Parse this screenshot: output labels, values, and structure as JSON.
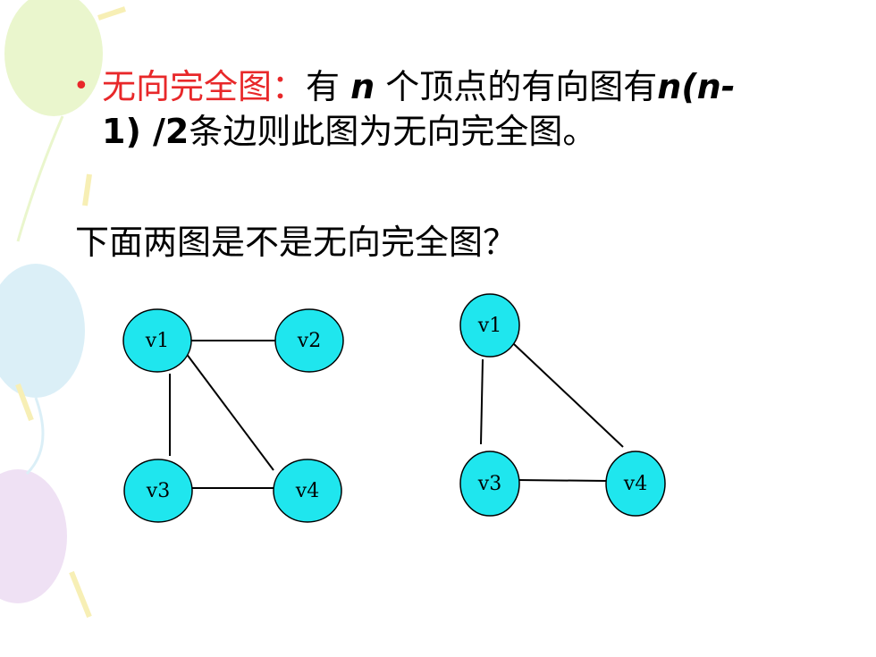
{
  "statement": {
    "term": "无向完全图：",
    "pre": "有 ",
    "var_n": "n",
    "mid": " 个顶点的有向图有",
    "formula_a": "n(n-",
    "formula_b": "1) /2",
    "tail": "条边则此图为无向完全图。"
  },
  "question": "下面两图是不是无向完全图？",
  "graphs": [
    {
      "nodes": [
        {
          "id": "v1",
          "label": "v1"
        },
        {
          "id": "v2",
          "label": "v2"
        },
        {
          "id": "v3",
          "label": "v3"
        },
        {
          "id": "v4",
          "label": "v4"
        }
      ],
      "edges": [
        [
          "v1",
          "v2"
        ],
        [
          "v1",
          "v3"
        ],
        [
          "v1",
          "v4"
        ],
        [
          "v3",
          "v4"
        ]
      ]
    },
    {
      "nodes": [
        {
          "id": "v1",
          "label": "v1"
        },
        {
          "id": "v3",
          "label": "v3"
        },
        {
          "id": "v4",
          "label": "v4"
        }
      ],
      "edges": [
        [
          "v1",
          "v3"
        ],
        [
          "v1",
          "v4"
        ],
        [
          "v3",
          "v4"
        ]
      ]
    }
  ],
  "colors": {
    "node_fill": "#1fe6ee",
    "accent_red": "#e8282a",
    "edge": "#000000"
  }
}
